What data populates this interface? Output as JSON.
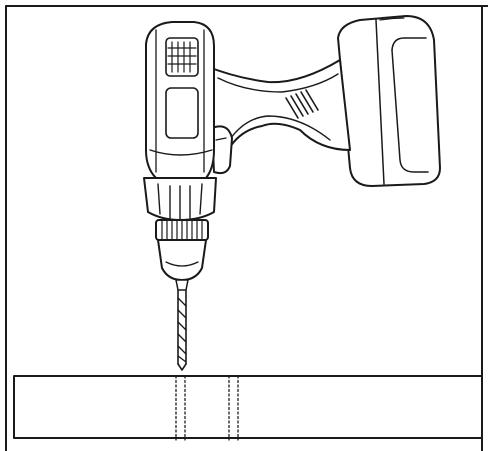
{
  "figure": {
    "subject": "cordless-drill",
    "style": "black-and-white line illustration",
    "colors": {
      "line": "#1a1a1a",
      "body_fill": "#ffffff",
      "shade": "#3a3a3a",
      "background": "#ffffff"
    },
    "parts": {
      "battery_pack": "battery-pack",
      "handle": "handle-grip",
      "trigger": "trigger",
      "motor_housing": "motor-housing",
      "vent": "motor-vent",
      "chuck": "keyless-chuck",
      "drill_bit": "twist-drill-bit",
      "workpiece": "workpiece-board",
      "hole_guides": "drill-hole-guide-lines"
    }
  }
}
